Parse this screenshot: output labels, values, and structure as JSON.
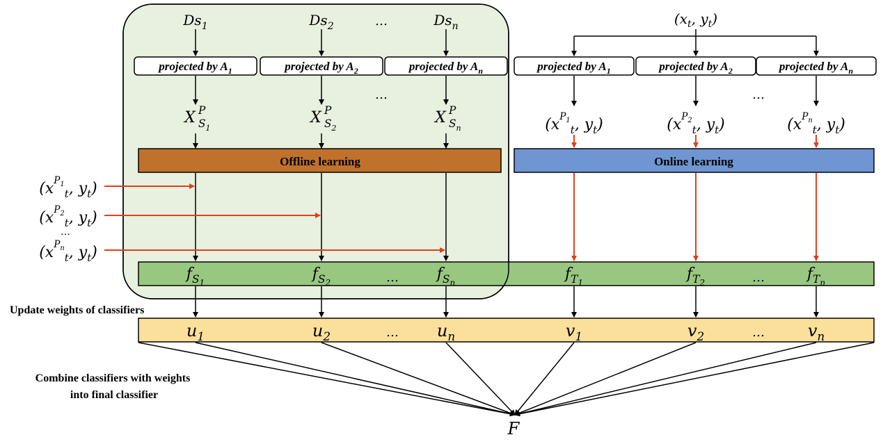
{
  "offline": {
    "sources": [
      {
        "base": "Ds",
        "sub": "1"
      },
      {
        "base": "Ds",
        "sub": "2"
      },
      {
        "base": "Ds",
        "sub": "n"
      }
    ],
    "projection_prefix": "projected by ",
    "projections": [
      {
        "base": "A",
        "sub": "1"
      },
      {
        "base": "A",
        "sub": "2"
      },
      {
        "base": "A",
        "sub": "n"
      }
    ],
    "projected_data": [
      {
        "base": "X",
        "sup": "P",
        "sub": "S",
        "subsub": "1"
      },
      {
        "base": "X",
        "sup": "P",
        "sub": "S",
        "subsub": "2"
      },
      {
        "base": "X",
        "sup": "P",
        "sub": "S",
        "subsub": "n"
      }
    ],
    "learning_label": "Offline learning",
    "classifiers": [
      {
        "base": "f",
        "sub": "S",
        "subsub": "1"
      },
      {
        "base": "f",
        "sub": "S",
        "subsub": "2"
      },
      {
        "base": "f",
        "sub": "S",
        "subsub": "n"
      }
    ],
    "weights": [
      {
        "base": "u",
        "sub": "1"
      },
      {
        "base": "u",
        "sub": "2"
      },
      {
        "base": "u",
        "sub": "n"
      }
    ]
  },
  "online": {
    "input": {
      "open": "(",
      "x": "x",
      "x_sub": "t",
      "sep": ", ",
      "y": "y",
      "y_sub": "t",
      "close": ")"
    },
    "projection_prefix": "projected by ",
    "projections": [
      {
        "base": "A",
        "sub": "1"
      },
      {
        "base": "A",
        "sub": "2"
      },
      {
        "base": "A",
        "sub": "n"
      }
    ],
    "projected_samples": [
      {
        "x": "x",
        "x_sub": "t",
        "sup": "P",
        "sup_sub": "1",
        "y": "y",
        "y_sub": "t"
      },
      {
        "x": "x",
        "x_sub": "t",
        "sup": "P",
        "sup_sub": "2",
        "y": "y",
        "y_sub": "t"
      },
      {
        "x": "x",
        "x_sub": "t",
        "sup": "P",
        "sup_sub": "n",
        "y": "y",
        "y_sub": "t"
      }
    ],
    "learning_label": "Online learning",
    "classifiers": [
      {
        "base": "f",
        "sub": "T",
        "subsub": "1"
      },
      {
        "base": "f",
        "sub": "T",
        "subsub": "2"
      },
      {
        "base": "f",
        "sub": "T",
        "subsub": "n"
      }
    ],
    "weights": [
      {
        "base": "v",
        "sub": "1"
      },
      {
        "base": "v",
        "sub": "2"
      },
      {
        "base": "v",
        "sub": "n"
      }
    ]
  },
  "side_inputs": [
    {
      "x": "x",
      "x_sub": "t",
      "sup": "P",
      "sup_sub": "1",
      "y": "y",
      "y_sub": "t"
    },
    {
      "x": "x",
      "x_sub": "t",
      "sup": "P",
      "sup_sub": "2",
      "y": "y",
      "y_sub": "t"
    },
    {
      "x": "x",
      "x_sub": "t",
      "sup": "P",
      "sup_sub": "n",
      "y": "y",
      "y_sub": "t"
    }
  ],
  "ellipsis": "…",
  "side_ellipsis": "…",
  "update_weights_label": "Update weights of classifiers",
  "combine_label_line1": "Combine classifiers with weights",
  "combine_label_line2": "into final classifier",
  "final_classifier": "F",
  "colors": {
    "offline_region": "#e8f0df",
    "offline_bar": "#c0712b",
    "online_bar": "#6f96d2",
    "classifier_bar": "#94c47a",
    "weights_bar": "#fbe09c",
    "red_arrow": "#e0401a",
    "stroke": "#000000"
  }
}
